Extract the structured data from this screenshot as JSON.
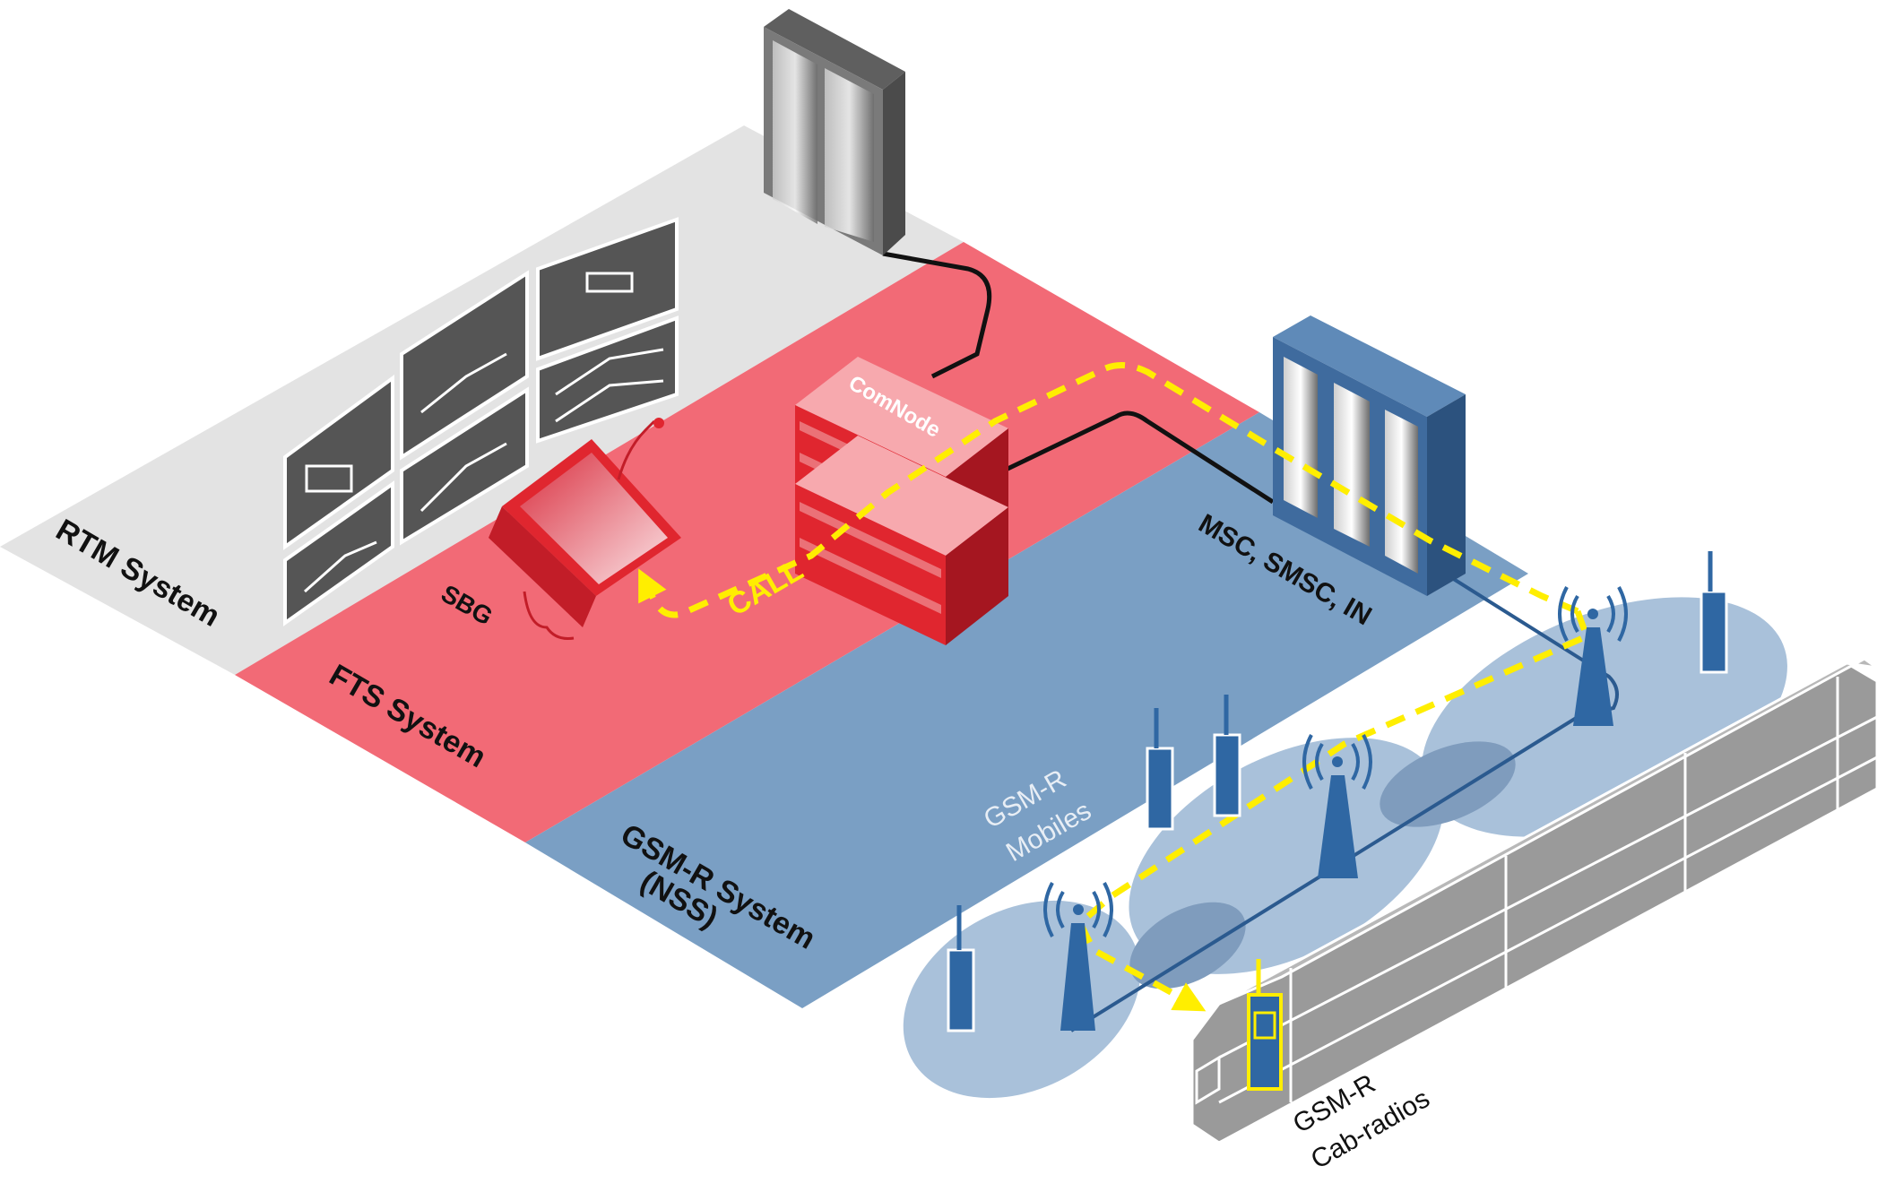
{
  "labels": {
    "rtm_system": "RTM System",
    "fts_system": "FTS System",
    "gsmr_system_line1": "GSM-R System",
    "gsmr_system_line2": "(NSS)",
    "comnode": "ComNode",
    "sbg": "SBG",
    "call": "CALL",
    "msc": "MSC, SMSC, IN",
    "mobiles_line1": "GSM-R",
    "mobiles_line2": "Mobiles",
    "cab_line1": "GSM-R",
    "cab_line2": "Cab-radios"
  },
  "colors": {
    "rtm_zone": "#e3e3e3",
    "fts_zone": "#f26a76",
    "gsmr_zone": "#7a9fc4",
    "cell": "#a9c1da",
    "cell_overlap": "#7f9cbd",
    "server_blue": "#3f6b9e",
    "server_gray": "#6e6e6e",
    "comnode_red": "#e0262f",
    "call_path": "#ffee00",
    "link_line": "#111111",
    "train": "#9a9a9a",
    "radio_blue": "#2f67a3"
  }
}
